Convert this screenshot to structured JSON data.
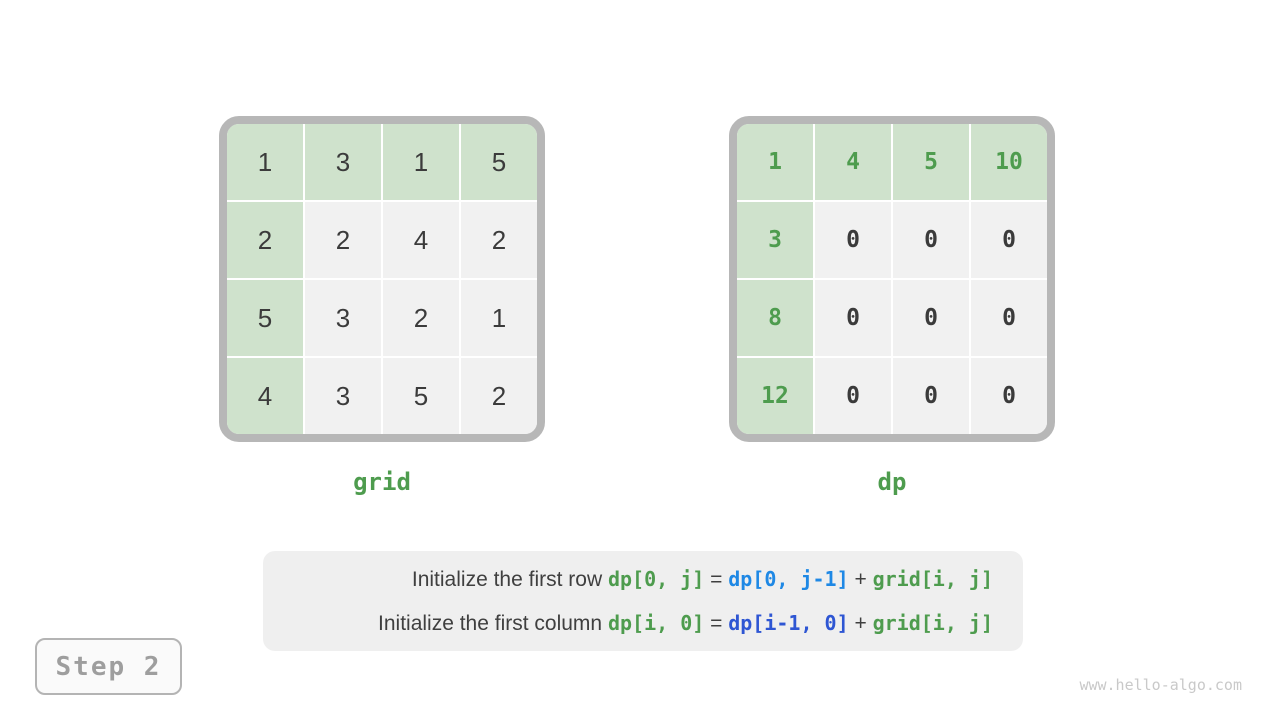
{
  "page": {
    "watermark": "www.hello-algo.com",
    "background": "#ffffff"
  },
  "colors": {
    "green_text": "#4e9c4e",
    "green_cell_bg": "#cfe2cc",
    "gray_cell_bg": "#f1f1f1",
    "table_border": "#b7b7b7",
    "dark_text": "#3b3b3b",
    "blue_row_code": "#1e88e5",
    "blue_col_code": "#2e56d3",
    "caption_bg": "#efefef",
    "step_text": "#9e9e9e"
  },
  "tables": {
    "grid": {
      "label": "grid",
      "rows": [
        [
          1,
          3,
          1,
          5
        ],
        [
          2,
          2,
          4,
          2
        ],
        [
          5,
          3,
          2,
          1
        ],
        [
          4,
          3,
          5,
          2
        ]
      ]
    },
    "dp": {
      "label": "dp",
      "rows": [
        [
          1,
          4,
          5,
          10
        ],
        [
          3,
          0,
          0,
          0
        ],
        [
          8,
          0,
          0,
          0
        ],
        [
          12,
          0,
          0,
          0
        ]
      ]
    }
  },
  "caption": {
    "lines": [
      {
        "segments": [
          {
            "text": "Initialize the first row "
          },
          {
            "text": "dp[0, j]"
          },
          {
            "text": " = "
          },
          {
            "text": "dp[0, j-1]"
          },
          {
            "text": " + "
          },
          {
            "text": "grid[i, j]"
          }
        ]
      },
      {
        "segments": [
          {
            "text": "Initialize the first column "
          },
          {
            "text": "dp[i, 0]"
          },
          {
            "text": " = "
          },
          {
            "text": "dp[i-1, 0]"
          },
          {
            "text": " + "
          },
          {
            "text": "grid[i, j]"
          }
        ]
      }
    ]
  },
  "step": {
    "label": "Step 2"
  }
}
